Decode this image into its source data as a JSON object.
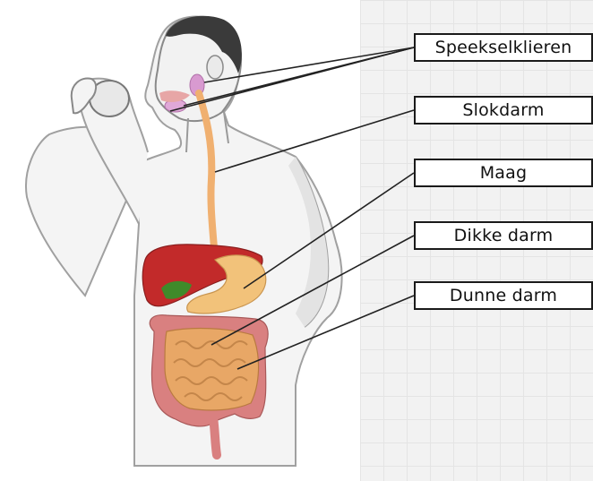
{
  "labels": [
    {
      "id": "speekselklieren",
      "text": "Speekselklieren"
    },
    {
      "id": "slokdarm",
      "text": "Slokdarm"
    },
    {
      "id": "maag",
      "text": "Maag"
    },
    {
      "id": "dikke_darm",
      "text": "Dikke darm"
    },
    {
      "id": "dunne_darm",
      "text": "Dunne darm"
    }
  ],
  "colors": {
    "skin_outline": "#9a9a9a",
    "skin_fill": "#f4f4f4",
    "hair": "#3a3a3a",
    "liver": "#c22a2a",
    "gallbladder": "#3f8a2a",
    "stomach": "#f2c27a",
    "esophagus": "#f0b070",
    "small_intestine": "#e8a766",
    "large_intestine": "#d98080",
    "glands": "#d89ad0",
    "grid_background": "#f2f2f2"
  }
}
